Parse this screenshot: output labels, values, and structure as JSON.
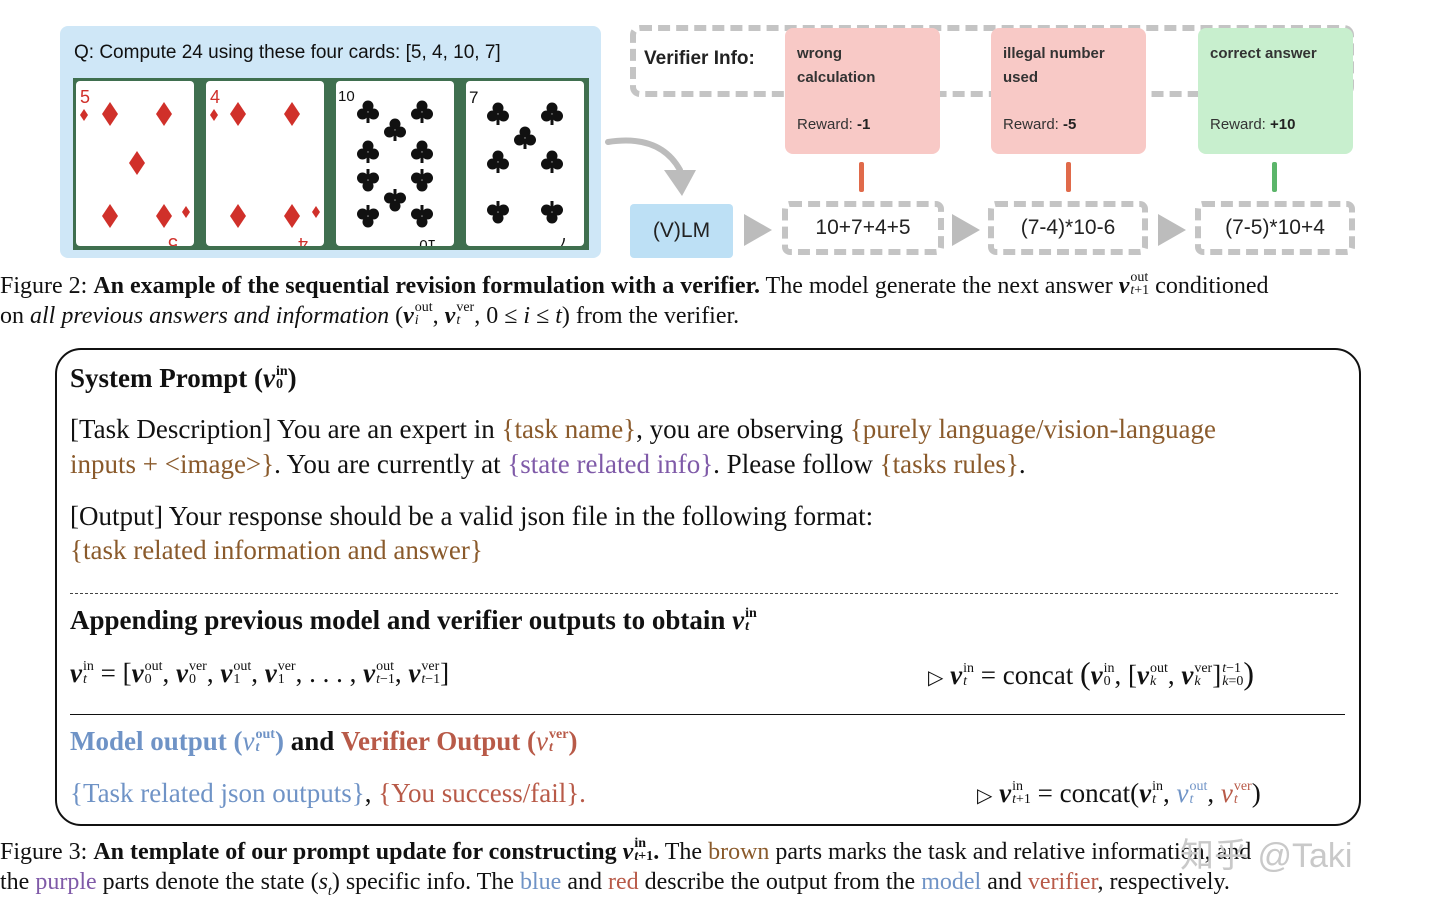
{
  "figure2": {
    "question": "Q: Compute 24 using these four cards: [5, 4, 10, 7]",
    "cards": [
      {
        "rank": "5",
        "suit": "diamonds",
        "color": "#d0302a"
      },
      {
        "rank": "4",
        "suit": "diamonds",
        "color": "#d0302a"
      },
      {
        "rank": "10",
        "suit": "clubs",
        "color": "#111111"
      },
      {
        "rank": "7",
        "suit": "clubs",
        "color": "#111111"
      }
    ],
    "verifier_label": "Verifier Info:",
    "verifier_boxes": [
      {
        "title_line1": "wrong",
        "title_line2": "calculation",
        "reward_label": "Reward:",
        "reward_value": "-1"
      },
      {
        "title_line1": "illegal number",
        "title_line2": "used",
        "reward_label": "Reward:",
        "reward_value": "-5"
      },
      {
        "title_line1": "correct answer",
        "title_line2": "",
        "reward_label": "Reward:",
        "reward_value": "+10"
      }
    ],
    "model_label": "(V)LM",
    "answers": [
      "10+7+4+5",
      "(7-4)*10-6",
      "(7-5)*10+4"
    ],
    "caption": {
      "prefix": "Figure 2:",
      "bold": "An example of the sequential revision formulation with a verifier.",
      "rest1": "The model generate the next answer",
      "rest1b": "conditioned",
      "line2a": "on",
      "line2_italic": "all previous answers and information",
      "line2b": "from the verifier."
    }
  },
  "figure3": {
    "system_prompt_title": "System Prompt",
    "task_desc": {
      "p1": "[Task Description] You are an expert in",
      "task_name": "{task name}",
      "p2": ", you are observing",
      "inputs_a": "{purely language/vision-language",
      "inputs_b": "inputs + <image>}",
      "p3": ". You are currently at",
      "state": "{state related info}",
      "p4": ". Please follow",
      "rules": "{tasks rules}",
      "p5": "."
    },
    "output_line": "[Output] Your response should be a valid json file in the following format:",
    "output_brace": "{task related information and answer}",
    "append_title": "Appending previous model and verifier outputs to obtain",
    "concat_word": "concat",
    "model_output": "Model output",
    "and_word": "and",
    "verifier_output": "Verifier Output",
    "task_json": "{Task related json outputs}",
    "comma": ",",
    "success_fail": "{You success/fail}.",
    "caption": {
      "prefix": "Figure 3:",
      "bold": "An template of our prompt update for constructing",
      "p1": "The",
      "brown": "brown",
      "p2": "parts marks the task and relative information, and",
      "line2a": "the",
      "purple": "purple",
      "line2b": "parts denote the state",
      "line2c": "specific info. The",
      "blue": "blue",
      "and": "and",
      "red": "red",
      "line2d": "describe the output from the",
      "model": "model",
      "and2": "and",
      "verifier": "verifier",
      "line2e": ", respectively."
    }
  },
  "watermark": "知乎 @Taki"
}
